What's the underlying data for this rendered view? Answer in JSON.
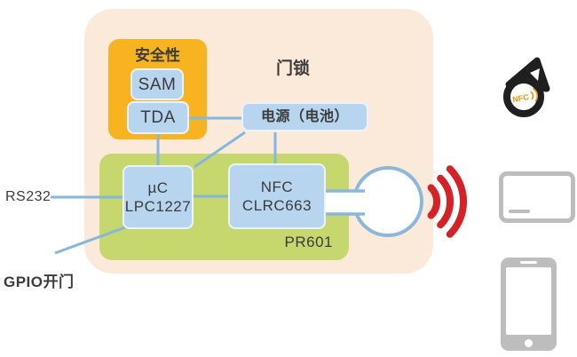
{
  "diagram": {
    "title": "门锁",
    "security_module": {
      "label": "安全性",
      "sam_label": "SAM",
      "tda_label": "TDA"
    },
    "power_box": {
      "label": "电源（电池）"
    },
    "reader_module": {
      "label": "PR601",
      "mcu": {
        "line1": "µC",
        "line2": "LPC1227"
      },
      "nfc": {
        "line1": "NFC",
        "line2": "CLRC663"
      }
    },
    "interfaces": {
      "rs232_label": "RS232",
      "gpio_label": "GPIO开门"
    },
    "keyfob": {
      "logo_text": "NFC"
    }
  },
  "colors": {
    "panel_bg": "#fbead9",
    "security_bg": "#f8b320",
    "module_bg": "#c6d76e",
    "chip_bg": "#b7d5ef",
    "connector_blue": "#85b7da",
    "antenna_stroke": "#8ab7da",
    "rf_wave_red": "#d52128",
    "device_gray": "#bdbdbd",
    "fob_black": "#1f1f1f",
    "fob_logo_orange": "#e8930f",
    "text": "#3b3b3b"
  }
}
